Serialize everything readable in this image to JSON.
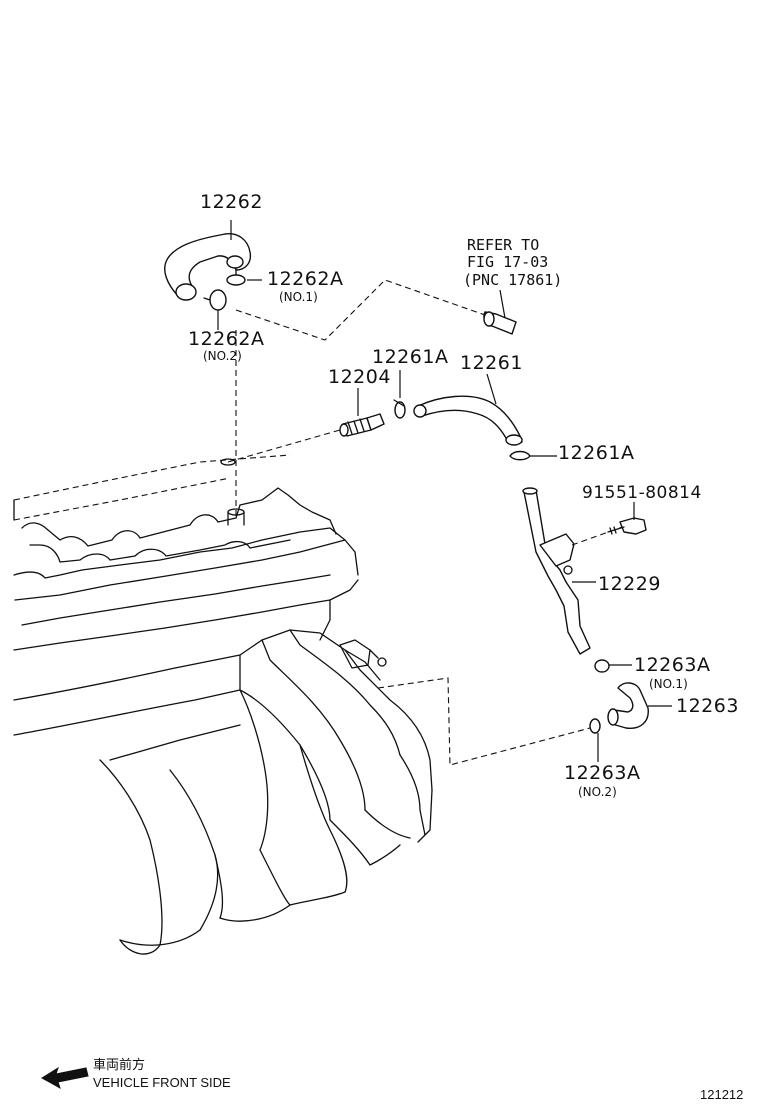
{
  "parts": {
    "p12262": "12262",
    "p12262A_no1": "12262A",
    "p12262A_no1_sub": "(NO.1)",
    "p12262A_no2": "12262A",
    "p12262A_no2_sub": "(NO.2)",
    "p12261A_top": "12261A",
    "p12261": "12261",
    "p12204": "12204",
    "p12261A_right": "12261A",
    "p91551": "91551-80814",
    "p12229": "12229",
    "p12263A_no1": "12263A",
    "p12263A_no1_sub": "(NO.1)",
    "p12263": "12263",
    "p12263A_no2": "12263A",
    "p12263A_no2_sub": "(NO.2)"
  },
  "reference": {
    "line1": "REFER TO",
    "line2": "FIG 17-03",
    "line3": "(PNC 17861)"
  },
  "footer": {
    "direction_jp": "車両前方",
    "direction_en": "VEHICLE FRONT SIDE",
    "figure_id": "121212"
  },
  "icons": {
    "front_arrow": "arrow-left-icon"
  }
}
